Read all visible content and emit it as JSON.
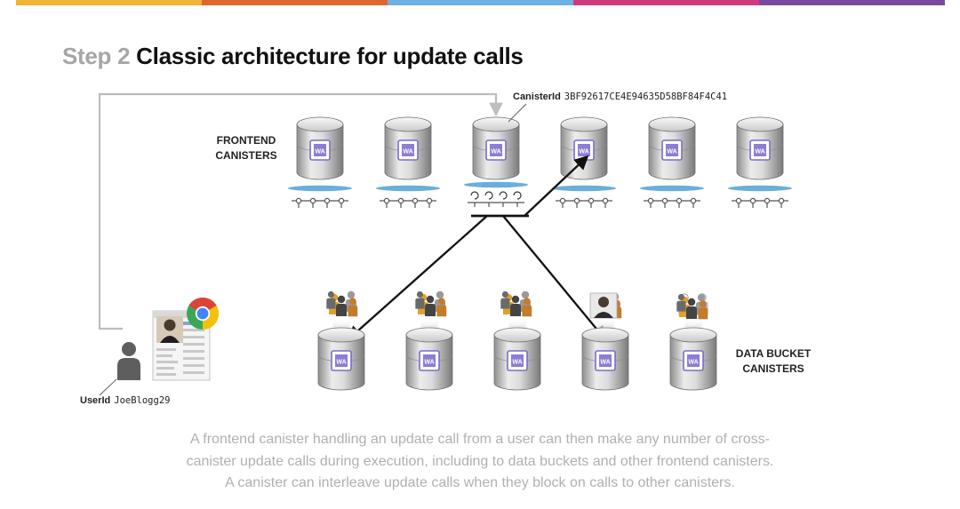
{
  "topbar_colors": [
    "#f2b233",
    "#e0662e",
    "#6db0e3",
    "#cf3a7b",
    "#7a4a9e"
  ],
  "title": {
    "step": "Step 2",
    "main": "Classic architecture for update calls"
  },
  "frontend_label_lines": [
    "FRONTEND",
    "CANISTERS"
  ],
  "data_bucket_label_lines": [
    "DATA BUCKET",
    "CANISTERS"
  ],
  "canister": {
    "badge": "WA"
  },
  "canister_id": {
    "label": "CanisterId",
    "value": "3BF92617CE4E94635D58BF84F4C41"
  },
  "user_id": {
    "label": "UserId",
    "value": "JoeBlogg29"
  },
  "caption_lines": [
    "A frontend canister handling an update call from a user can then make any number of cross-",
    "canister update calls during execution, including to data buckets and other frontend canisters.",
    "A canister can interleave update calls when they block on calls to other canisters."
  ],
  "colors": {
    "accent_purple": "#7d6bc9",
    "queue_blue": "#6aaedc",
    "arrow": "#111111",
    "connector": "#bdbdbd"
  },
  "icons": {
    "browser": "chrome-browser-icon",
    "user": "user-silhouette-icon",
    "group": "user-group-icon"
  }
}
